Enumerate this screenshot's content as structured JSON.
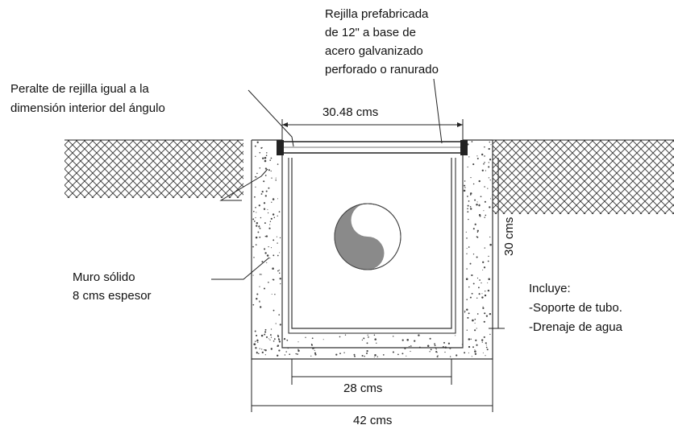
{
  "labels": {
    "grate_line1": "Rejilla prefabricada",
    "grate_line2": "de 12\" a base de",
    "grate_line3": "acero galvanizado",
    "grate_line4": "perforado o ranurado",
    "peralte_line1": "Peralte de rejilla igual a la",
    "peralte_line2": "dimensión interior del ángulo",
    "muro_line1": "Muro sólido",
    "muro_line2": "8 cms espesor",
    "incluye_line1": "Incluye:",
    "incluye_line2": "-Soporte de tubo.",
    "incluye_line3": "-Drenaje de agua"
  },
  "dimensions": {
    "grate_width": "30.48 cms",
    "depth": "30 cms",
    "inner_width": "28 cms",
    "outer_width": "42 cms"
  },
  "colors": {
    "line": "#222222",
    "concrete_dots": "#444444",
    "pipe_fill": "#8a8a8a"
  }
}
